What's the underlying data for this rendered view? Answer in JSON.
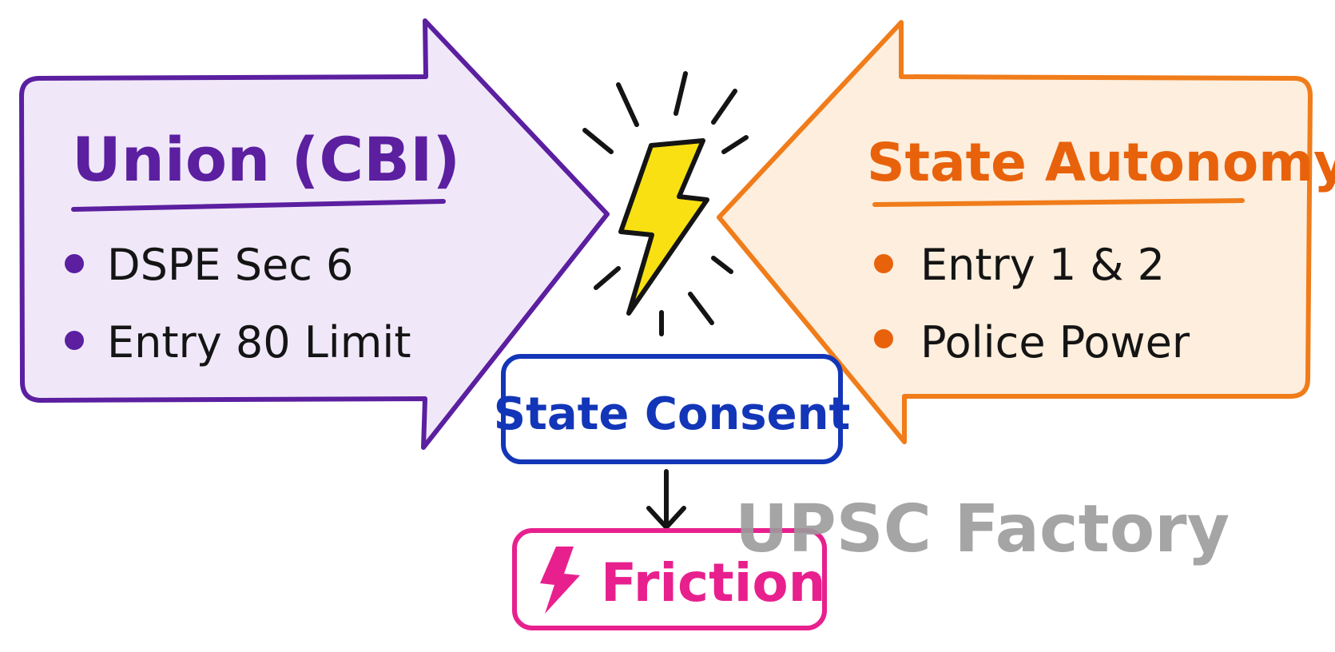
{
  "union": {
    "title": "Union (CBI)",
    "bullets": [
      "DSPE Sec 6",
      "Entry 80 Limit"
    ],
    "color": "#5B1FA0",
    "fill": "#F0E8F8"
  },
  "state": {
    "title": "State Autonomy",
    "bullets": [
      "Entry 1 & 2",
      "Police Power"
    ],
    "color": "#F07C1A",
    "title_color": "#E8620C",
    "fill": "#FDEEDD"
  },
  "consent": {
    "label": "State Consent",
    "color": "#1336B8"
  },
  "friction": {
    "label": "Friction",
    "icon": "lightning-bolt-icon",
    "color": "#E8208E"
  },
  "clash": {
    "icon": "lightning-bolt-icon",
    "color": "#F9E013"
  },
  "watermark": {
    "text": "UPSC Factory",
    "color": "#9C9C9C"
  },
  "text_color": "#141414"
}
